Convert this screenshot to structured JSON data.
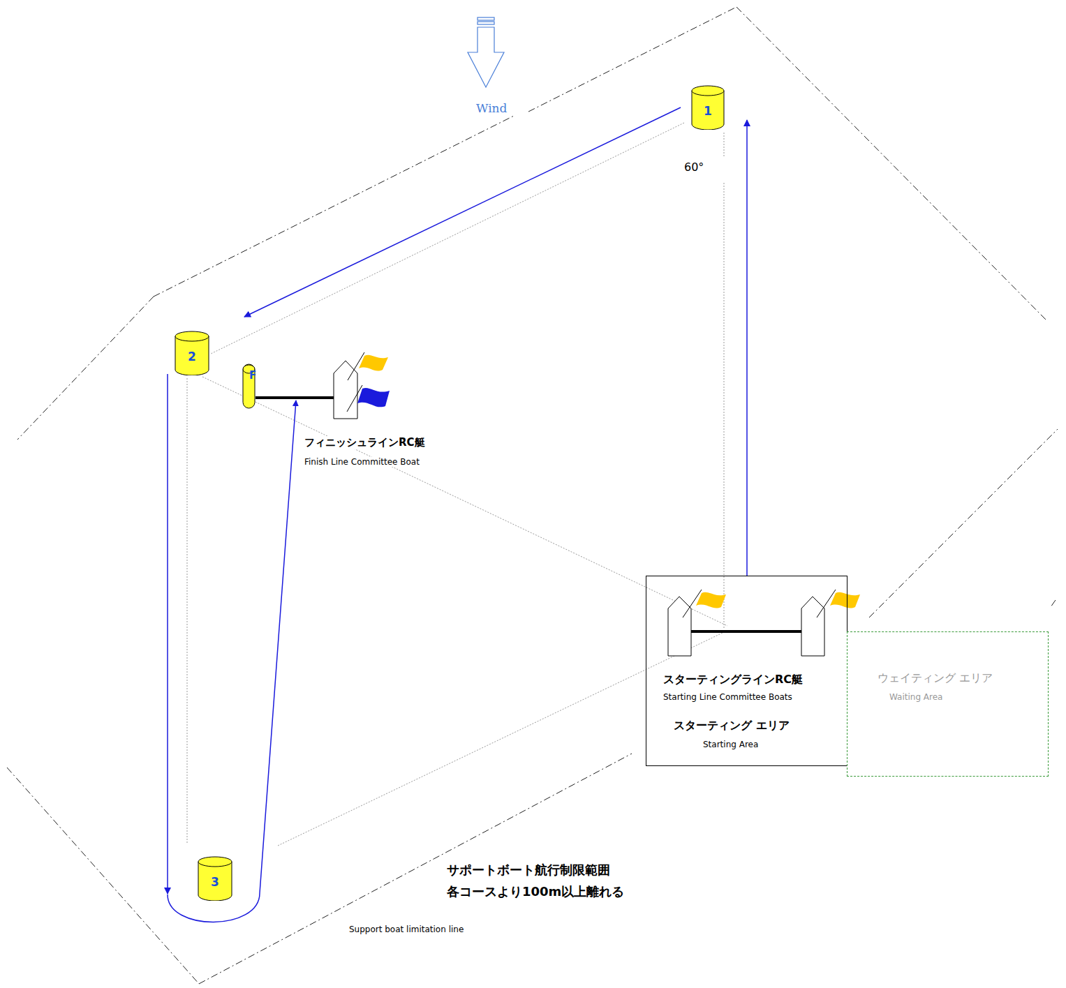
{
  "diagram": {
    "nodes": [
      {
        "text": [
          "1"
        ]
      },
      {
        "text": [
          "2"
        ]
      },
      {
        "text": [
          "3"
        ]
      },
      {
        "text": [
          "F"
        ]
      },
      {
        "text": [
          "スターティングラインRC艇",
          "Starting Line Committee Boats",
          "スターティング エリア",
          "Starting Area"
        ]
      },
      {
        "text": [
          "ウェイティング エリア",
          "Waiting Area"
        ]
      }
    ],
    "edges": [
      {
        "from": 4,
        "to": 0,
        "arrow": "to"
      },
      {
        "from": 0,
        "to": 1,
        "arrow": "to"
      },
      {
        "from": 1,
        "to": 2,
        "arrow": "to"
      }
    ],
    "labels": [
      "Wind",
      "60°",
      "フィニッシュラインRC艇",
      "Finish Line Committee Boat",
      "サポートボート航行制限範囲",
      "各コースより100m以上離れる",
      "Support boat limitation line"
    ]
  }
}
